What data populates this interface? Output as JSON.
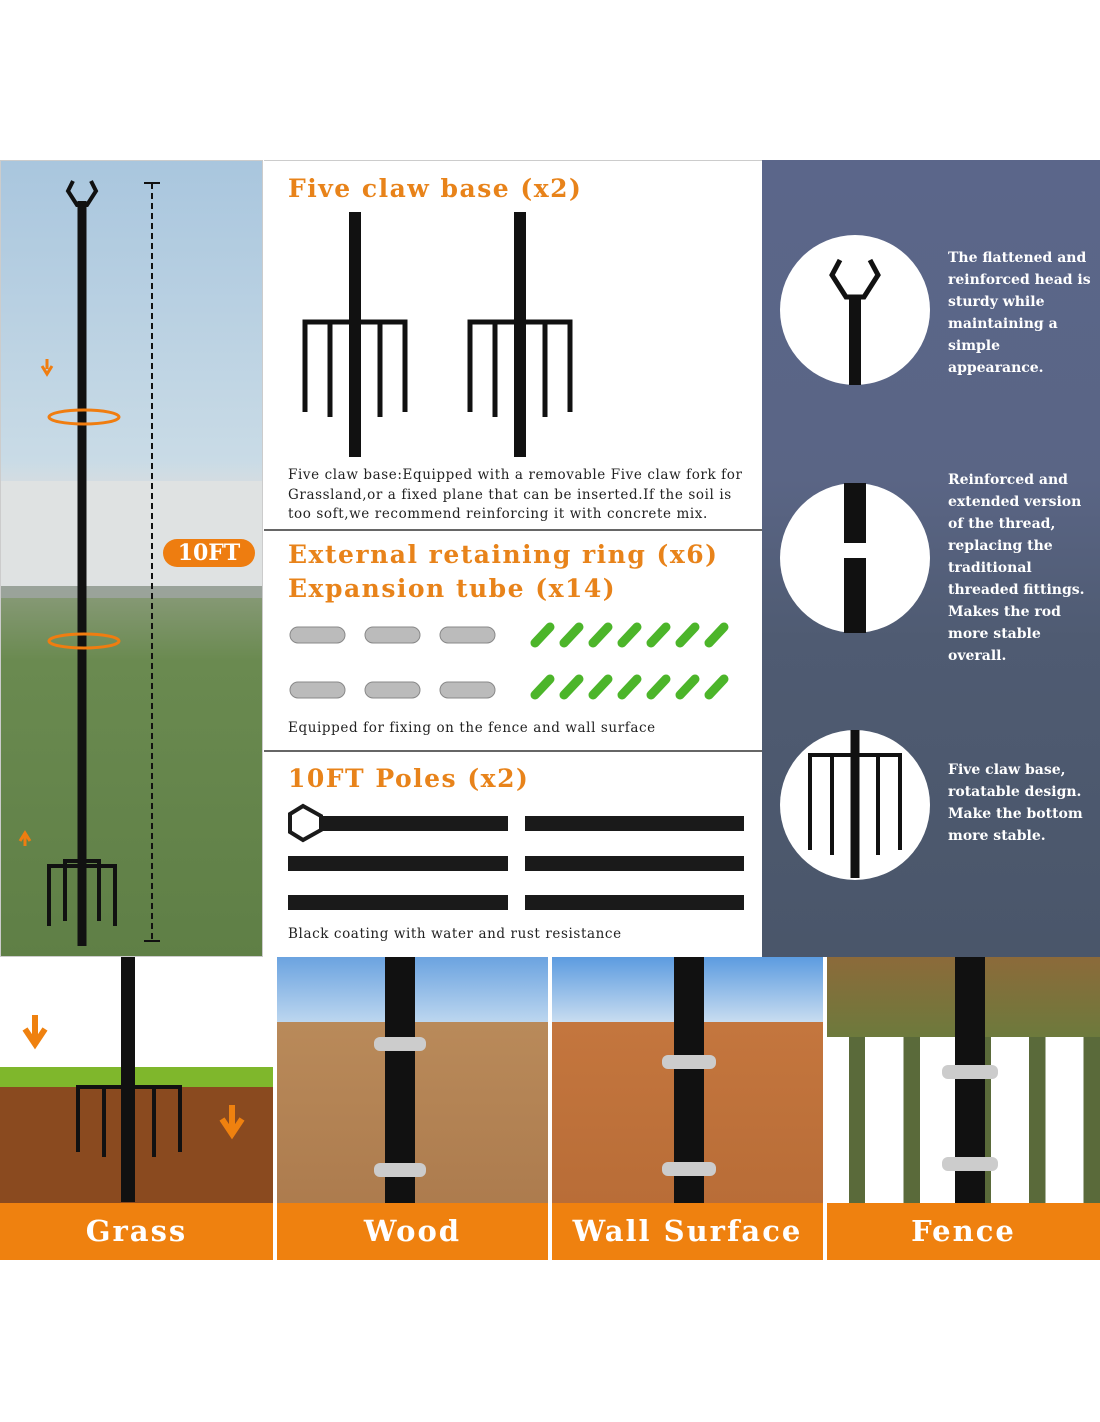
{
  "height_badge": "10FT",
  "sections": [
    {
      "title": "Five claw base (x2)",
      "desc": "Five claw base:Equipped with a removable Five claw fork for Grassland,or a fixed plane that can be inserted.If the soil is too soft,we recommend reinforcing it with concrete mix."
    },
    {
      "title": "External retaining ring (x6)",
      "title2": "Expansion tube (x14)",
      "desc": "Equipped for fixing on the fence and wall surface"
    },
    {
      "title": "10FT Poles (x2)",
      "desc": "Black coating with water and rust resistance"
    }
  ],
  "features": [
    "The flattened and reinforced head is sturdy while maintaining a simple appearance.",
    "Reinforced and extended version of the thread, replacing the traditional threaded fittings. Makes the rod more stable overall.",
    "Five claw base, rotatable design. Make the bottom more stable."
  ],
  "uses": [
    "Grass",
    "Wood",
    "Wall Surface",
    "Fence"
  ],
  "colors": {
    "accent": "#ef810f",
    "panel": "#5a6585",
    "tube": "#4cb52a"
  }
}
